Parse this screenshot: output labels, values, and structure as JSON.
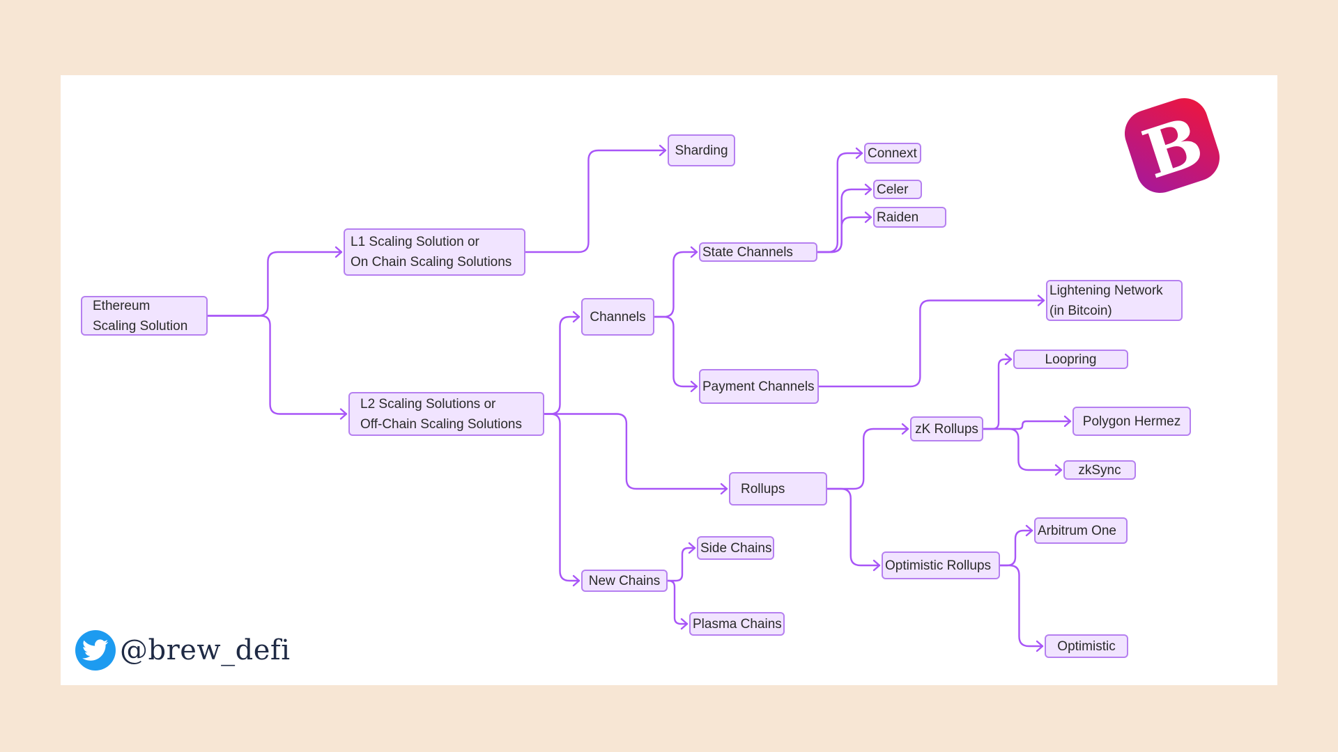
{
  "diagram": {
    "type": "mind-map",
    "colors": {
      "node_fill": "#f1e4ff",
      "node_border": "#b57ff0",
      "connector": "#a855f7",
      "background": "#f7e6d4",
      "canvas": "#ffffff"
    },
    "nodes": {
      "ethereum": {
        "line1": "Ethereum",
        "line2": "Scaling Solution"
      },
      "l1": {
        "line1": "L1 Scaling Solution or",
        "line2": "On Chain Scaling Solutions"
      },
      "l2": {
        "line1": "L2 Scaling Solutions or",
        "line2": "Off-Chain Scaling Solutions"
      },
      "sharding": "Sharding",
      "channels": "Channels",
      "state_channels": "State Channels",
      "payment_channels": "Payment Channels",
      "connext": "Connext",
      "celer": "Celer",
      "raiden": "Raiden",
      "lightening": {
        "line1": "Lightening Network",
        "line2": "(in Bitcoin)"
      },
      "rollups": "Rollups",
      "zk_rollups": "zK Rollups",
      "optimistic_rollups": "Optimistic Rollups",
      "loopring": "Loopring",
      "polygon_hermez": "Polygon Hermez",
      "zksync": "zkSync",
      "arbitrum_one": "Arbitrum One",
      "optimistic": "Optimistic",
      "new_chains": "New Chains",
      "side_chains": "Side Chains",
      "plasma_chains": "Plasma Chains"
    },
    "edges": [
      [
        "ethereum",
        "l1"
      ],
      [
        "ethereum",
        "l2"
      ],
      [
        "l1",
        "sharding"
      ],
      [
        "l2",
        "channels"
      ],
      [
        "l2",
        "rollups"
      ],
      [
        "l2",
        "new_chains"
      ],
      [
        "channels",
        "state_channels"
      ],
      [
        "channels",
        "payment_channels"
      ],
      [
        "state_channels",
        "connext"
      ],
      [
        "state_channels",
        "celer"
      ],
      [
        "state_channels",
        "raiden"
      ],
      [
        "payment_channels",
        "lightening"
      ],
      [
        "rollups",
        "zk_rollups"
      ],
      [
        "rollups",
        "optimistic_rollups"
      ],
      [
        "zk_rollups",
        "loopring"
      ],
      [
        "zk_rollups",
        "polygon_hermez"
      ],
      [
        "zk_rollups",
        "zksync"
      ],
      [
        "optimistic_rollups",
        "arbitrum_one"
      ],
      [
        "optimistic_rollups",
        "optimistic"
      ],
      [
        "new_chains",
        "side_chains"
      ],
      [
        "new_chains",
        "plasma_chains"
      ]
    ]
  },
  "branding": {
    "logo_letter": "B",
    "logo_colors": [
      "#e11d48",
      "#b0179b"
    ],
    "social_icon": "twitter-bird-icon",
    "handle": "@brew_defi"
  }
}
